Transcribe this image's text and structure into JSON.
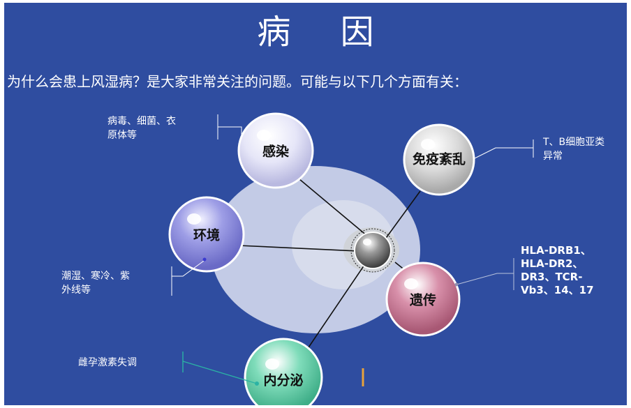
{
  "title": "病 因",
  "subtitle": "为什么会患上风湿病？是大家非常关注的问题。可能与以下几个方面有关：",
  "nodes": {
    "infection": "感染",
    "immune": "免疫紊乱",
    "environment": "环境",
    "genetic": "遗传",
    "endocrine": "内分泌"
  },
  "notes": {
    "infection": [
      "病毒、细菌、衣",
      "原体等"
    ],
    "immune": [
      "T、B细胞亚类",
      "异常"
    ],
    "environment": [
      "潮湿、寒冷、紫",
      "外线等"
    ],
    "genetic": [
      "HLA-DRB1、",
      "HLA-DR2、",
      "DR3、TCR-",
      "Vb3、14、17"
    ],
    "endocrine": [
      "雌孕激素失调"
    ]
  },
  "colors": {
    "background": "#2f4da0",
    "infection": "#dcdcf4",
    "immune": "#d4d4d4",
    "environment": "#8c8ce0",
    "genetic": "#c97a96",
    "endocrine": "#6fcfad",
    "center": "#7a7a7a"
  }
}
